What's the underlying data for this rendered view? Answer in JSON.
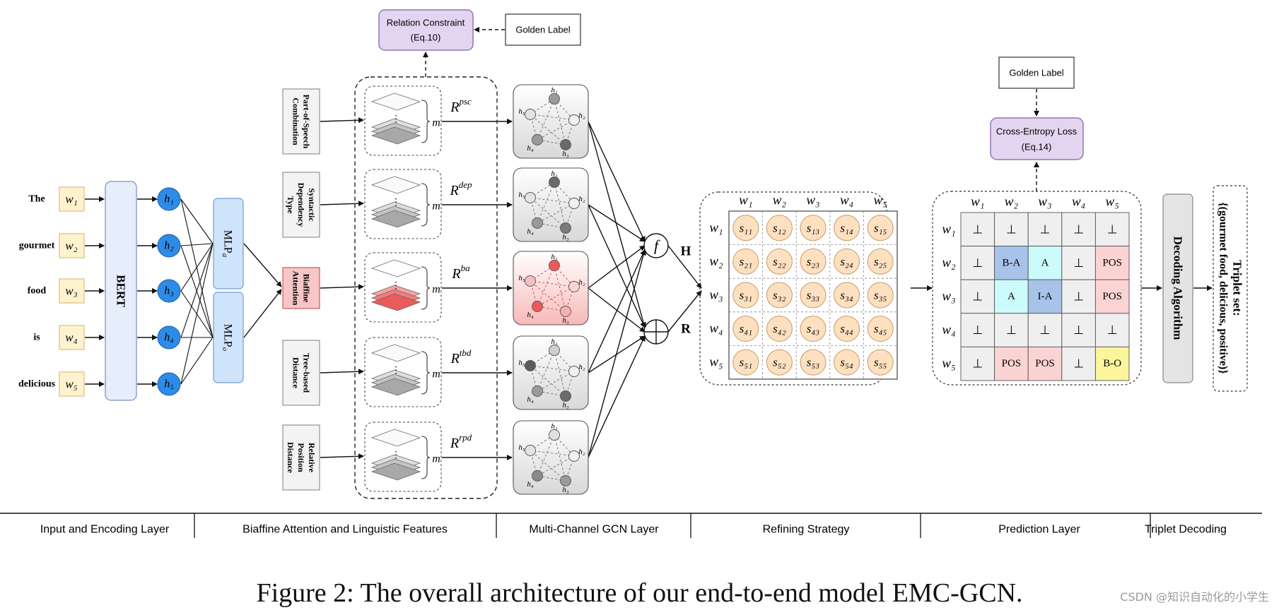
{
  "top_constraint": {
    "title": "Relation Constraint",
    "eq": "(Eq.10)",
    "golden_label": "Golden Label"
  },
  "input": {
    "words": [
      "The",
      "gourmet",
      "food",
      "is",
      "delicious"
    ],
    "w_tokens": [
      "w₁",
      "w₂",
      "w₃",
      "w₄",
      "w₅"
    ],
    "h_tokens": [
      "h₁",
      "h₂",
      "h₃",
      "h₄",
      "h₅"
    ],
    "bert": "BERT",
    "mlp_a": "MLP",
    "mlp_a_sub": "a",
    "mlp_o": "MLP",
    "mlp_o_sub": "o"
  },
  "features": [
    {
      "label": [
        "Part-of-Speech",
        "Combination"
      ],
      "r": "R",
      "sup": "psc"
    },
    {
      "label": [
        "Syntactic",
        "Dependency",
        "Type"
      ],
      "r": "R",
      "sup": "dep"
    },
    {
      "label": [
        "Biaffine",
        "Attention"
      ],
      "r": "R",
      "sup": "ba"
    },
    {
      "label": [
        "Tree-based",
        "Distance"
      ],
      "r": "R",
      "sup": "tbd"
    },
    {
      "label": [
        "Relative",
        "Position",
        "Distance"
      ],
      "r": "R",
      "sup": "rpd"
    }
  ],
  "tensor_m": "m",
  "gcn_nodes": [
    "h₁",
    "h₂",
    "h₃",
    "h₄",
    "h₅"
  ],
  "fusion": {
    "f": "f",
    "H": "H",
    "R": "R"
  },
  "refining": {
    "col_headers": [
      "w₁",
      "w₂",
      "w₃",
      "w₄",
      "w₅"
    ],
    "row_headers": [
      "w₁",
      "w₂",
      "w₃",
      "w₄",
      "w₅"
    ],
    "cells": [
      [
        "s₁₁",
        "s₁₂",
        "s₁₃",
        "s₁₄",
        "s₁₅"
      ],
      [
        "s₂₁",
        "s₂₂",
        "s₂₃",
        "s₂₄",
        "s₂₅"
      ],
      [
        "s₃₁",
        "s₃₂",
        "s₃₃",
        "s₃₄",
        "s₃₅"
      ],
      [
        "s₄₁",
        "s₄₂",
        "s₄₃",
        "s₄₄",
        "s₄₅"
      ],
      [
        "s₅₁",
        "s₅₂",
        "s₅₃",
        "s₅₄",
        "s₅₅"
      ]
    ]
  },
  "prediction": {
    "loss_title": "Cross-Entropy Loss",
    "loss_eq": "(Eq.14)",
    "golden_label": "Golden Label",
    "col_headers": [
      "w₁",
      "w₂",
      "w₃",
      "w₄",
      "w₅"
    ],
    "row_headers": [
      "w₁",
      "w₂",
      "w₃",
      "w₄",
      "w₅"
    ],
    "cells": [
      [
        "⊥",
        "⊥",
        "⊥",
        "⊥",
        "⊥"
      ],
      [
        "⊥",
        "B-A",
        "A",
        "⊥",
        "POS"
      ],
      [
        "⊥",
        "A",
        "I-A",
        "⊥",
        "POS"
      ],
      [
        "⊥",
        "⊥",
        "⊥",
        "⊥",
        "⊥"
      ],
      [
        "⊥",
        "POS",
        "POS",
        "⊥",
        "B-O"
      ]
    ],
    "cell_colors": {
      "B-A": "#a7c3ea",
      "I-A": "#a7c3ea",
      "A": "#ccfbfb",
      "POS": "#fcd3d3",
      "B-O": "#fbf59b",
      "⊥": "#efefef"
    }
  },
  "decoding": {
    "label": "Decoding Algorithm"
  },
  "triplet": {
    "title": "Triplet set:",
    "value": "{(gourmet food, delicious, positive)}"
  },
  "sections": [
    "Input and Encoding Layer",
    "Biaffine Attention and Linguistic Features",
    "Multi-Channel GCN Layer",
    "Refining Strategy",
    "Prediction Layer",
    "Triplet Decoding"
  ],
  "caption": "Figure 2: The overall architecture of our end-to-end model EMC-GCN.",
  "watermark": "CSDN @知识自动化的小学生"
}
